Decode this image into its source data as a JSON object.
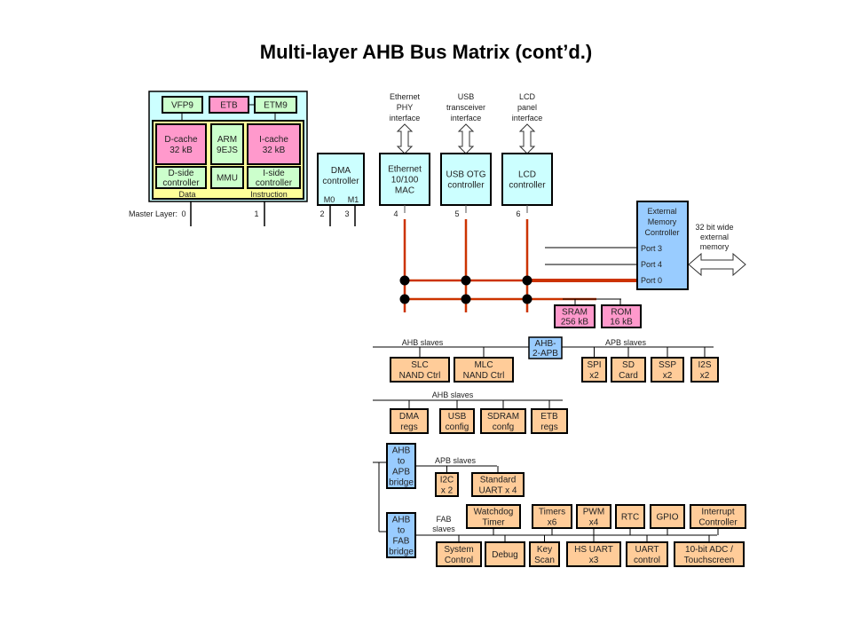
{
  "title": "Multi-layer AHB Bus Matrix (cont’d.)",
  "colors": {
    "cyan": "#ccffff",
    "green": "#ccffcc",
    "pink": "#ff99cc",
    "yellow": "#ffff99",
    "blue": "#99ccff",
    "orange": "#ffcc99",
    "bus_red": "#cc3300",
    "black": "#000000"
  },
  "cpu": {
    "vfp": "VFP9",
    "etb": "ETB",
    "etm": "ETM9",
    "dcache": [
      "D-cache",
      "32 kB"
    ],
    "arm": [
      "ARM",
      "9EJS"
    ],
    "icache": [
      "I-cache",
      "32 kB"
    ],
    "dside": [
      "D-side",
      "controller"
    ],
    "mmu": "MMU",
    "iside": [
      "I-side",
      "controller"
    ],
    "data_label": "Data",
    "instr_label": "Instruction"
  },
  "master_layer": {
    "label": "Master Layer:",
    "numbers": [
      "0",
      "1",
      "2",
      "3",
      "4",
      "5",
      "6"
    ]
  },
  "dma": {
    "lines": [
      "DMA",
      "controller"
    ],
    "m0": "M0",
    "m1": "M1"
  },
  "peripherals_top": [
    {
      "iface": [
        "Ethernet",
        "PHY",
        "interface"
      ],
      "box": [
        "Ethernet",
        "10/100",
        "MAC"
      ]
    },
    {
      "iface": [
        "USB",
        "transceiver",
        "interface"
      ],
      "box": [
        "USB OTG",
        "controller"
      ]
    },
    {
      "iface": [
        "LCD",
        "panel",
        "interface"
      ],
      "box": [
        "LCD",
        "controller"
      ]
    }
  ],
  "emc": {
    "lines": [
      "External",
      "Memory",
      "Controller"
    ],
    "ports": [
      "Port 3",
      "Port 4",
      "Port 0"
    ],
    "ext_label": [
      "32 bit wide",
      "external",
      "memory"
    ]
  },
  "memories": [
    {
      "lines": [
        "SRAM",
        "256 kB"
      ]
    },
    {
      "lines": [
        "ROM",
        "16 kB"
      ]
    }
  ],
  "row1": {
    "ahb_label": "AHB slaves",
    "apb_label": "APB slaves",
    "bridge": [
      "AHB-",
      "2-APB"
    ],
    "ahb_slaves": [
      [
        "SLC",
        "NAND Ctrl"
      ],
      [
        "MLC",
        "NAND Ctrl"
      ]
    ],
    "apb_slaves": [
      [
        "SPI",
        "x2"
      ],
      [
        "SD",
        "Card"
      ],
      [
        "SSP",
        "x2"
      ],
      [
        "I2S",
        "x2"
      ]
    ]
  },
  "row2": {
    "ahb_label": "AHB slaves",
    "slaves": [
      [
        "DMA",
        "regs"
      ],
      [
        "USB",
        "config"
      ],
      [
        "SDRAM",
        "confg"
      ],
      [
        "ETB",
        "regs"
      ]
    ]
  },
  "row3": {
    "bridge": [
      "AHB",
      "to",
      "APB",
      "bridge"
    ],
    "apb_label": "APB slaves",
    "slaves": [
      [
        "I2C",
        "x 2"
      ],
      [
        "Standard",
        "UART x 4"
      ]
    ]
  },
  "row4": {
    "bridge": [
      "AHB",
      "to",
      "FAB",
      "bridge"
    ],
    "fab_label": [
      "FAB",
      "slaves"
    ],
    "top_slaves": [
      [
        "Watchdog",
        "Timer"
      ],
      [
        "Timers",
        "x6"
      ],
      [
        "PWM",
        "x4"
      ],
      [
        "RTC"
      ],
      [
        "GPIO"
      ],
      [
        "Interrupt",
        "Controller"
      ]
    ],
    "bottom_slaves": [
      [
        "System",
        "Control"
      ],
      [
        "Debug"
      ],
      [
        "Key",
        "Scan"
      ],
      [
        "HS UART",
        "x3"
      ],
      [
        "UART",
        "control"
      ],
      [
        "10-bit ADC /",
        "Touchscreen"
      ]
    ]
  }
}
